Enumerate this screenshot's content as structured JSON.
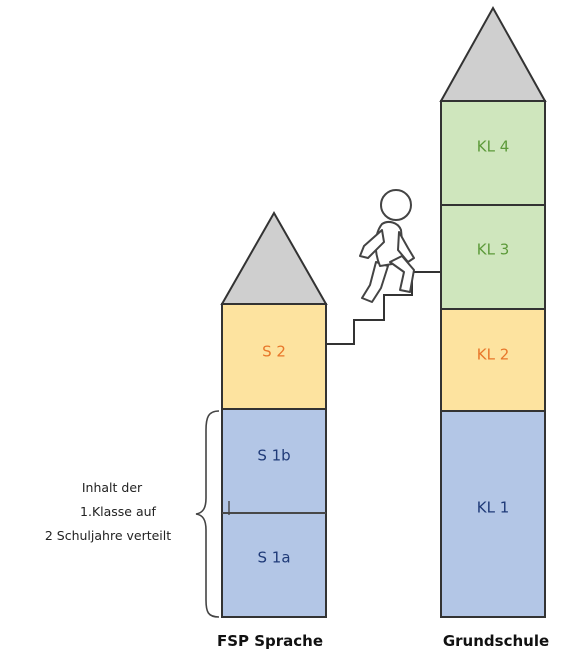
{
  "colors": {
    "roof": "#cfcfcf",
    "blue": "#b3c6e6",
    "yellow": "#fde39f",
    "green": "#cfe6bd",
    "text_blue": "#1f3a78",
    "text_orange": "#e8772a",
    "text_green": "#5d9a3a",
    "outline": "#333333"
  },
  "fsp_tower": {
    "caption": "FSP Sprache",
    "blocks": {
      "s2": "S 2",
      "s1b": "S 1b",
      "s1a": "S 1a"
    }
  },
  "grundschule_tower": {
    "caption": "Grundschule",
    "blocks": {
      "kl4": "KL 4",
      "kl3": "KL 3",
      "kl2": "KL 2",
      "kl1": "KL 1"
    }
  },
  "note": {
    "line1": "Inhalt der",
    "line2": "1.Klasse auf",
    "line3": "2 Schuljahre verteilt"
  },
  "icons": {
    "figure": "climbing-person-icon",
    "bracket": "curly-brace-icon"
  }
}
